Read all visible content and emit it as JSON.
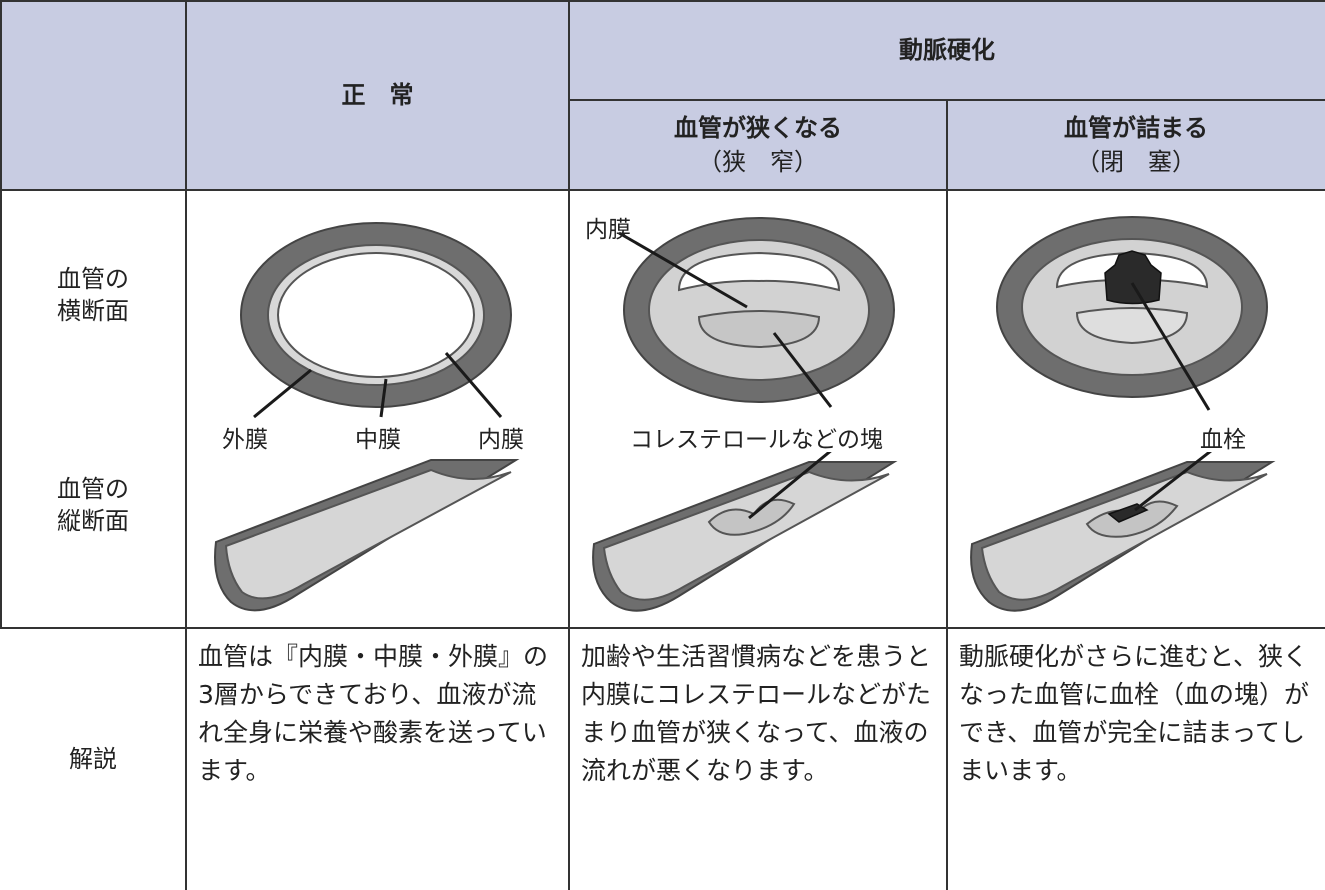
{
  "header": {
    "normal": "正　常",
    "arteriosclerosis": "動脈硬化",
    "stenosis_line1": "血管が狭くなる",
    "stenosis_line2": "（狭　窄）",
    "occlusion_line1": "血管が詰まる",
    "occlusion_line2": "（閉　塞）"
  },
  "rows": {
    "cross_section": "血管の\n横断面",
    "longitudinal_section": "血管の\n縦断面",
    "explanation": "解説"
  },
  "labels": {
    "adventitia": "外膜",
    "media": "中膜",
    "intima_normal": "内膜",
    "intima_stenosis": "内膜",
    "plaque": "コレステロールなどの塊",
    "thrombus": "血栓"
  },
  "descriptions": {
    "normal": "血管は『内膜・中膜・外膜』の3層からできており、血液が流れ全身に栄養や酸素を送っています。",
    "stenosis": "加齢や生活習慣病などを患うと内膜にコレステロールなどがたまり血管が狭くなって、血液の流れが悪くなります。",
    "occlusion": "動脈硬化がさらに進むと、狭くなった血管に血栓（血の塊）ができ、血管が完全に詰まってしまいます。"
  },
  "colors": {
    "header_bg": "#c8cce2",
    "grid_line": "#333333",
    "vessel_dark": "#6e6e6e",
    "vessel_light": "#d2d2d2",
    "thrombus": "#2a2a2a"
  }
}
